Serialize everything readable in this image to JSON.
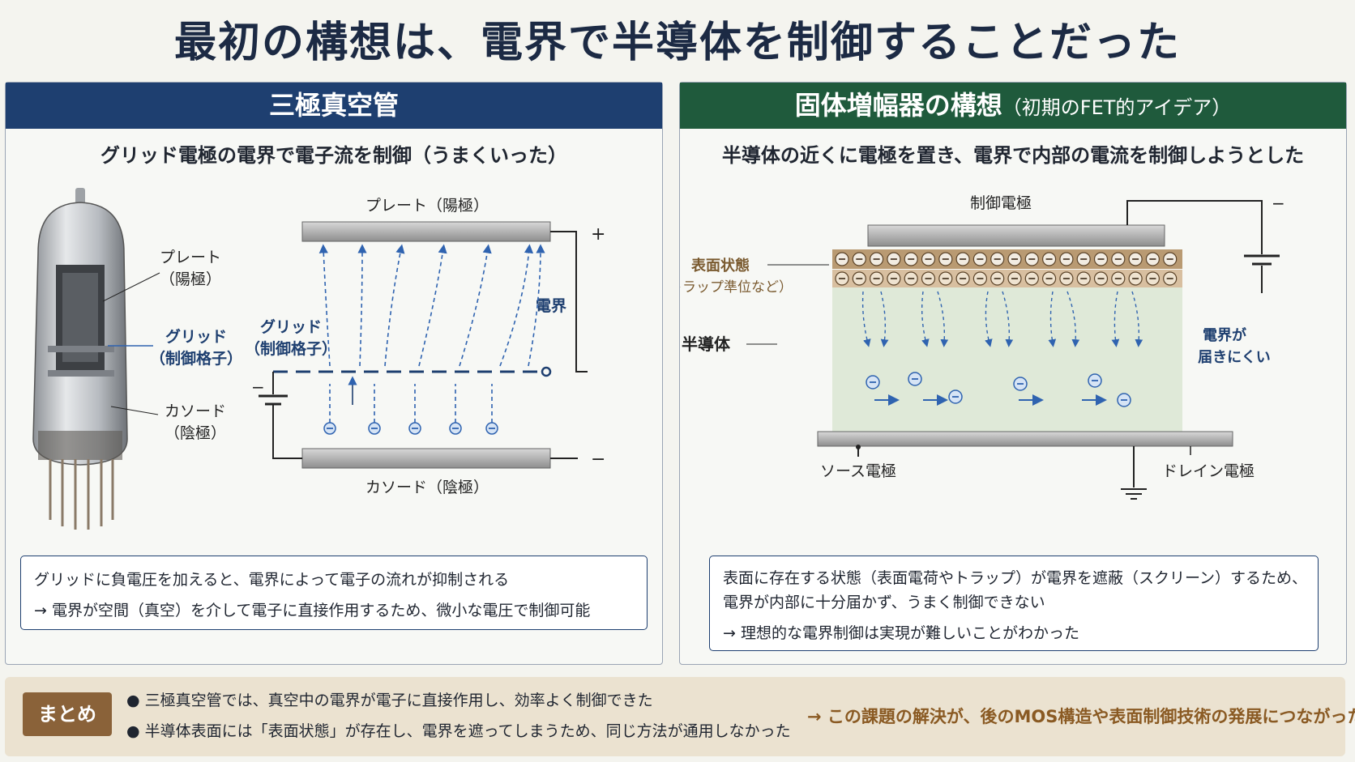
{
  "title": "最初の構想は、電界で半導体を制御することだった",
  "left": {
    "header": "三極真空管",
    "subtitle": "グリッド電極の電界で電子流を制御（うまくいった）",
    "tube_labels": {
      "plate_1": "プレート",
      "plate_2": "（陽極）",
      "grid_1": "グリッド",
      "grid_2": "（制御格子）",
      "cathode_1": "カソード",
      "cathode_2": "（陰極）"
    },
    "diagram": {
      "plate_label": "プレート（陽極）",
      "cathode_label": "カソード（陰極）",
      "grid_1": "グリッド",
      "grid_2": "（制御格子）",
      "field_label": "電界",
      "plus": "+",
      "minus_bottom": "−",
      "minus_battery": "−",
      "electron": "⊖"
    },
    "note": {
      "line1": "グリッドに負電圧を加えると、電界によって電子の流れが抑制される",
      "line2": "→ 電界が空間（真空）を介して電子に直接作用するため、微小な電圧で制御可能"
    }
  },
  "right": {
    "header": "固体増幅器の構想",
    "header_sub": "（初期のFET的アイデア）",
    "subtitle": "半導体の近くに電極を置き、電界で内部の電流を制御しようとした",
    "diagram": {
      "gate_label": "制御電極",
      "surface_1": "表面状態",
      "surface_2": "（トラップ準位など）",
      "semiconductor": "半導体",
      "field_weak_1": "電界が",
      "field_weak_2": "届きにくい",
      "source": "ソース電極",
      "drain": "ドレイン電極",
      "minus": "−",
      "electron": "⊖"
    },
    "note": {
      "line1": "表面に存在する状態（表面電荷やトラップ）が電界を遮蔽（スクリーン）するため、",
      "line2": "電界が内部に十分届かず、うまく制御できない",
      "line3": "→ 理想的な電界制御は実現が難しいことがわかった"
    }
  },
  "summary": {
    "badge": "まとめ",
    "bullet1": "三極真空管では、真空中の電界が電子に直接作用し、効率よく制御できた",
    "bullet2": "半導体表面には「表面状態」が存在し、電界を遮ってしまうため、同じ方法が通用しなかった",
    "conclusion": "→ この課題の解決が、後のMOS構造や表面制御技術の発展につながった"
  },
  "colors": {
    "navy": "#1e3f70",
    "green": "#1f5a3c",
    "brown": "#8a6239",
    "field_blue": "#2f63b0"
  }
}
